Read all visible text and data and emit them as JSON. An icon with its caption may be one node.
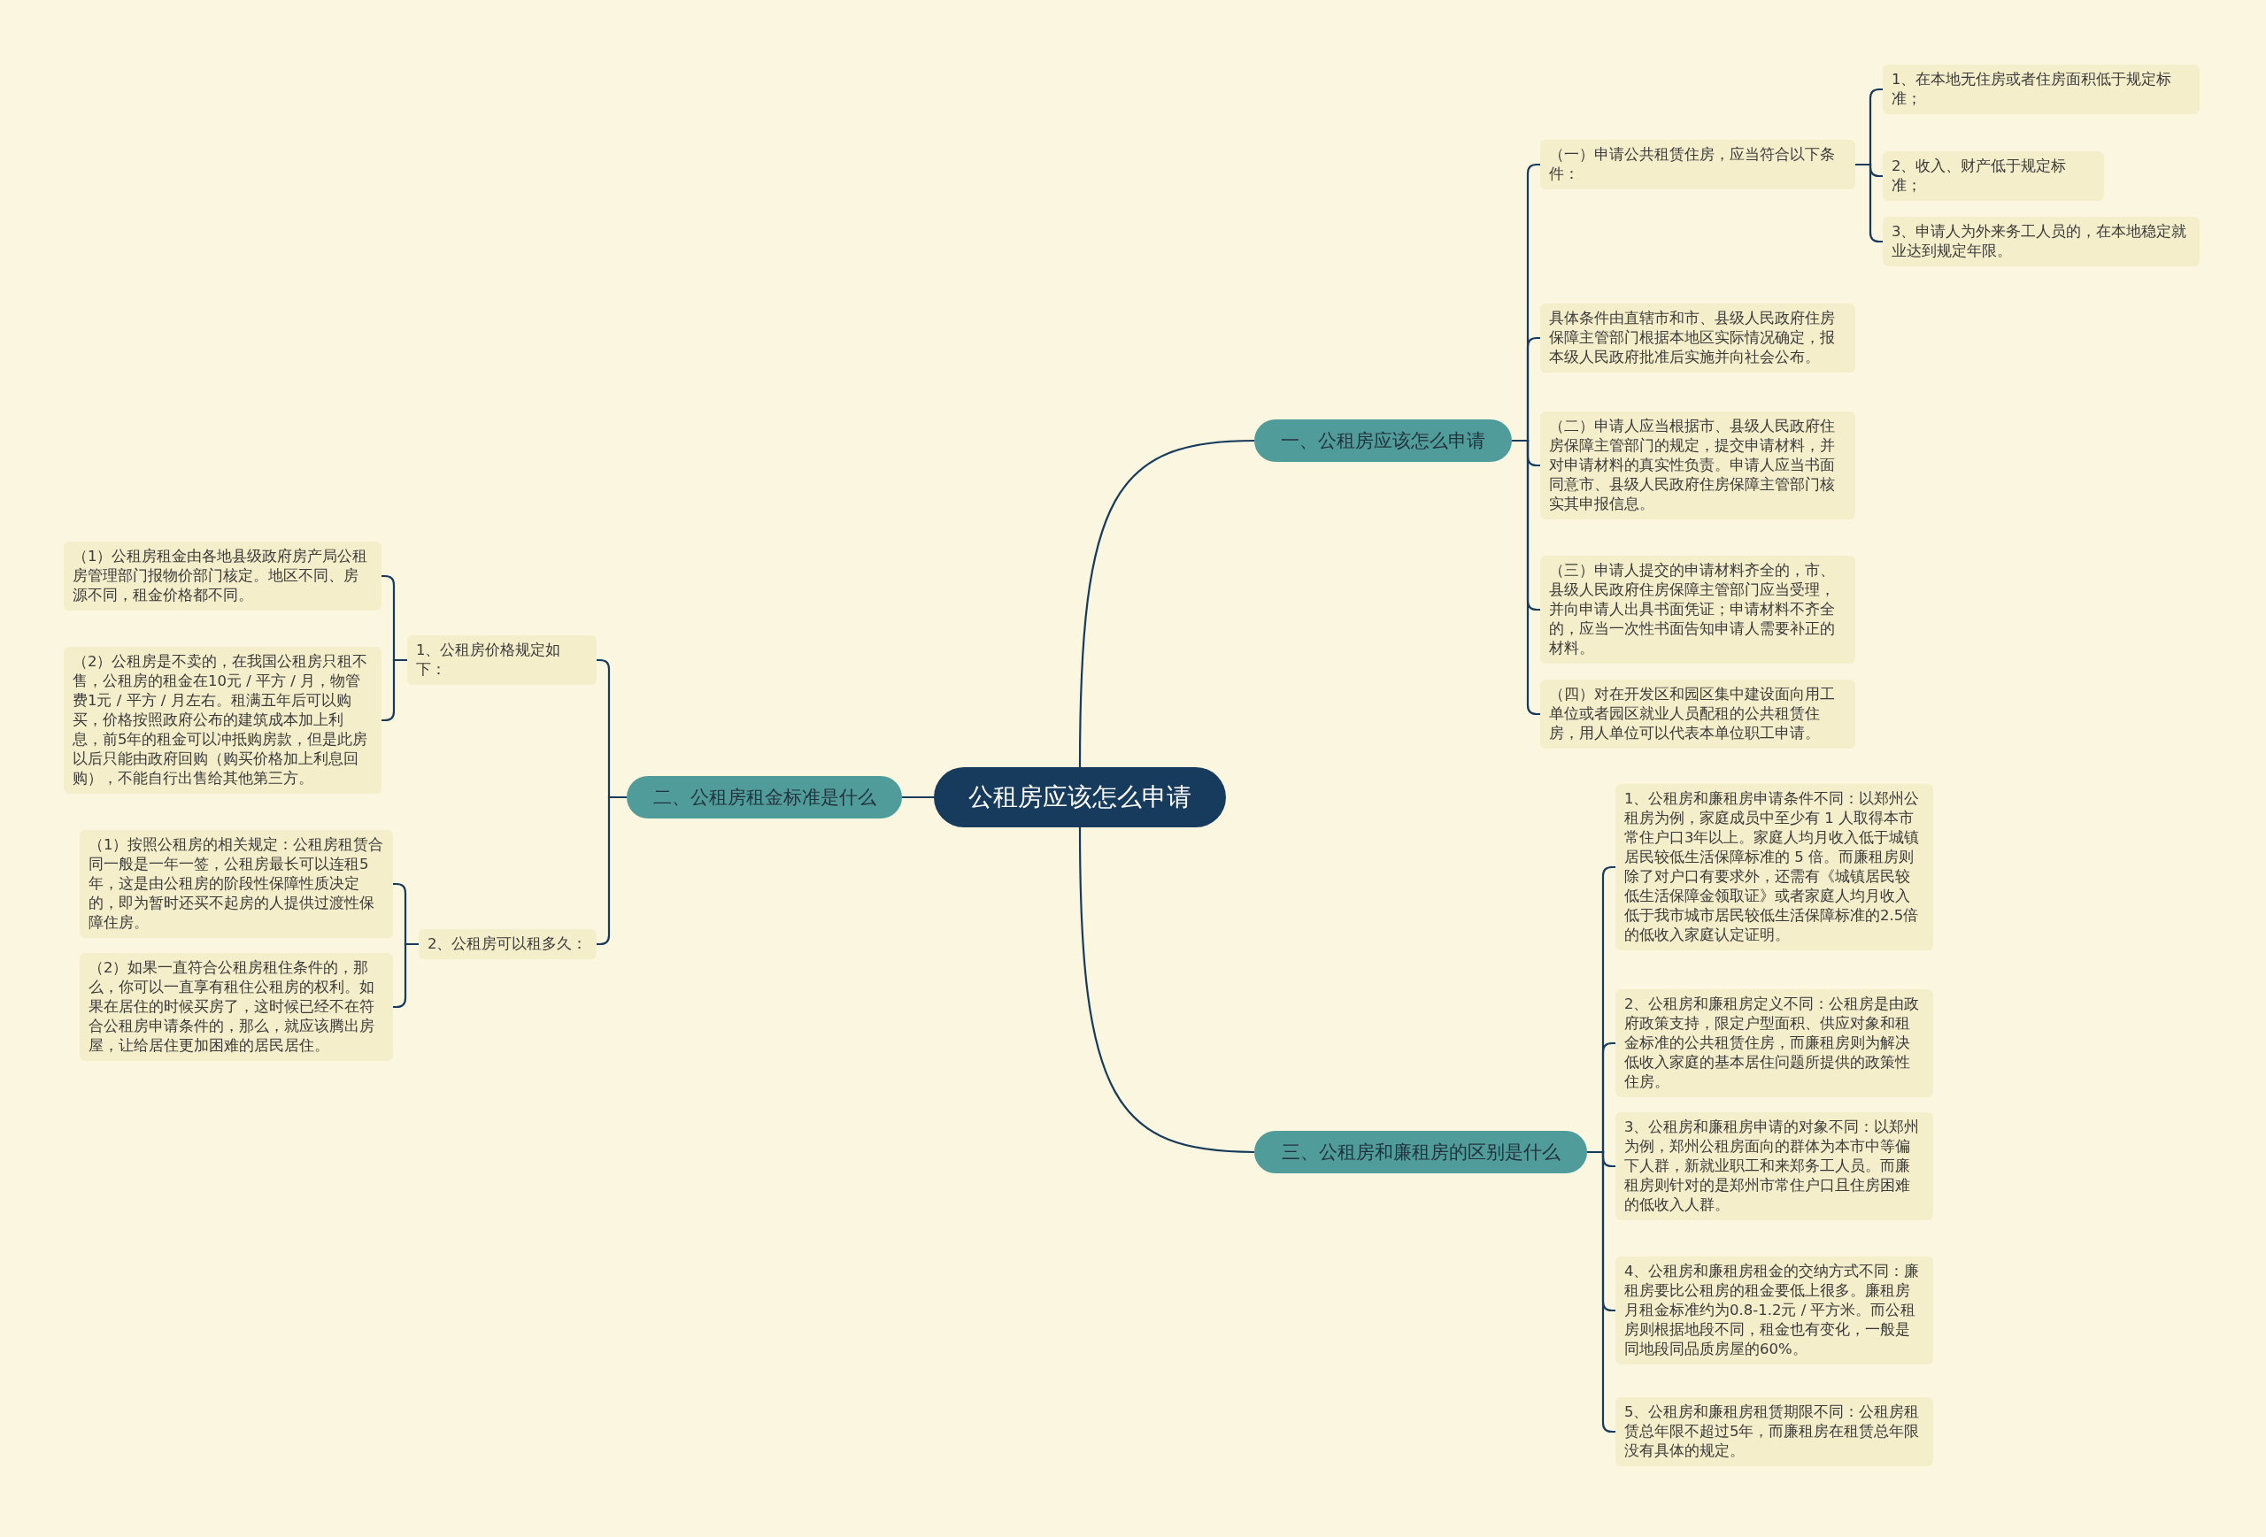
{
  "diagram": {
    "nodes": [
      {
        "text": [
          "公租房应该怎么申请"
        ]
      },
      {
        "text": [
          "一、公租房应该怎么申请"
        ]
      },
      {
        "text": [
          "（一）申请公共租赁住房，应当符合以下条件："
        ]
      },
      {
        "text": [
          "1、在本地无住房或者住房面积低于规定标准；"
        ]
      },
      {
        "text": [
          "2、收入、财产低于规定标准；"
        ]
      },
      {
        "text": [
          "3、申请人为外来务工人员的，在本地稳定就业达到规定年限。"
        ]
      },
      {
        "text": [
          "具体条件由直辖市和市、县级人民政府住房保障主管部门根据本地区实际情况确定，报本级人民政府批准后实施并向社会公布。"
        ]
      },
      {
        "text": [
          "（二）申请人应当根据市、县级人民政府住房保障主管部门的规定，提交申请材料，并对申请材料的真实性负责。申请人应当书面同意市、县级人民政府住房保障主管部门核实其申报信息。"
        ]
      },
      {
        "text": [
          "（三）申请人提交的申请材料齐全的，市、县级人民政府住房保障主管部门应当受理，并向申请人出具书面凭证；申请材料不齐全的，应当一次性书面告知申请人需要补正的材料。"
        ]
      },
      {
        "text": [
          "（四）对在开发区和园区集中建设面向用工单位或者园区就业人员配租的公共租赁住房，用人单位可以代表本单位职工申请。"
        ]
      },
      {
        "text": [
          "三、公租房和廉租房的区别是什么"
        ]
      },
      {
        "text": [
          "1、公租房和廉租房申请条件不同：以郑州公租房为例，家庭成员中至少有 1 人取得本市常住户口3年以上。家庭人均月收入低于城镇居民较低生活保障标准的 5 倍。而廉租房则除了对户口有要求外，还需有《城镇居民较低生活保障金领取证》或者家庭人均月收入低于我市城市居民较低生活保障标准的2.5倍的低收入家庭认定证明。"
        ]
      },
      {
        "text": [
          "2、公租房和廉租房定义不同：公租房是由政府政策支持，限定户型面积、供应对象和租金标准的公共租赁住房，而廉租房则为解决低收入家庭的基本居住问题所提供的政策性住房。"
        ]
      },
      {
        "text": [
          "3、公租房和廉租房申请的对象不同：以郑州为例，郑州公租房面向的群体为本市中等偏下人群，新就业职工和来郑务工人员。而廉租房则针对的是郑州市常住户口且住房困难的低收入人群。"
        ]
      },
      {
        "text": [
          "4、公租房和廉租房租金的交纳方式不同：廉租房要比公租房的租金要低上很多。廉租房月租金标准约为0.8-1.2元 / 平方米。而公租房则根据地段不同，租金也有变化，一般是同地段同品质房屋的60%。"
        ]
      },
      {
        "text": [
          "5、公租房和廉租房租赁期限不同：公租房租赁总年限不超过5年，而廉租房在租赁总年限没有具体的规定。"
        ]
      },
      {
        "text": [
          "二、公租房租金标准是什么"
        ]
      },
      {
        "text": [
          "1、公租房价格规定如下："
        ]
      },
      {
        "text": [
          "（1）公租房租金由各地县级政府房产局公租房管理部门报物价部门核定。地区不同、房源不同，租金价格都不同。"
        ]
      },
      {
        "text": [
          "（2）公租房是不卖的，在我国公租房只租不售，公租房的租金在10元 / 平方 / 月，物管费1元 / 平方 / 月左右。租满五年后可以购买，价格按照政府公布的建筑成本加上利息，前5年的租金可以冲抵购房款，但是此房以后只能由政府回购（购买价格加上利息回购），不能自行出售给其他第三方。"
        ]
      },
      {
        "text": [
          "2、公租房可以租多久："
        ]
      },
      {
        "text": [
          "（1）按照公租房的相关规定：公租房租赁合同一般是一年一签，公租房最长可以连租5年，这是由公租房的阶段性保障性质决定的，即为暂时还买不起房的人提供过渡性保障住房。"
        ]
      },
      {
        "text": [
          "（2）如果一直符合公租房租住条件的，那么，你可以一直享有租住公租房的权利。如果在居住的时候买房了，这时候已经不在符合公租房申请条件的，那么，就应该腾出房屋，让给居住更加困难的居民居住。"
        ]
      }
    ],
    "edges": [
      {
        "from": 0,
        "to": 1,
        "arrow": "none"
      },
      {
        "from": 1,
        "to": 2,
        "arrow": "none"
      },
      {
        "from": 2,
        "to": 3,
        "arrow": "none"
      },
      {
        "from": 2,
        "to": 4,
        "arrow": "none"
      },
      {
        "from": 2,
        "to": 5,
        "arrow": "none"
      },
      {
        "from": 1,
        "to": 6,
        "arrow": "none"
      },
      {
        "from": 1,
        "to": 7,
        "arrow": "none"
      },
      {
        "from": 1,
        "to": 8,
        "arrow": "none"
      },
      {
        "from": 1,
        "to": 9,
        "arrow": "none"
      },
      {
        "from": 0,
        "to": 10,
        "arrow": "none"
      },
      {
        "from": 10,
        "to": 11,
        "arrow": "none"
      },
      {
        "from": 10,
        "to": 12,
        "arrow": "none"
      },
      {
        "from": 10,
        "to": 13,
        "arrow": "none"
      },
      {
        "from": 10,
        "to": 14,
        "arrow": "none"
      },
      {
        "from": 10,
        "to": 15,
        "arrow": "none"
      },
      {
        "from": 0,
        "to": 16,
        "arrow": "none"
      },
      {
        "from": 16,
        "to": 17,
        "arrow": "none"
      },
      {
        "from": 17,
        "to": 18,
        "arrow": "none"
      },
      {
        "from": 17,
        "to": 19,
        "arrow": "none"
      },
      {
        "from": 16,
        "to": 20,
        "arrow": "none"
      },
      {
        "from": 20,
        "to": 21,
        "arrow": "none"
      },
      {
        "from": 20,
        "to": 22,
        "arrow": "none"
      }
    ]
  }
}
